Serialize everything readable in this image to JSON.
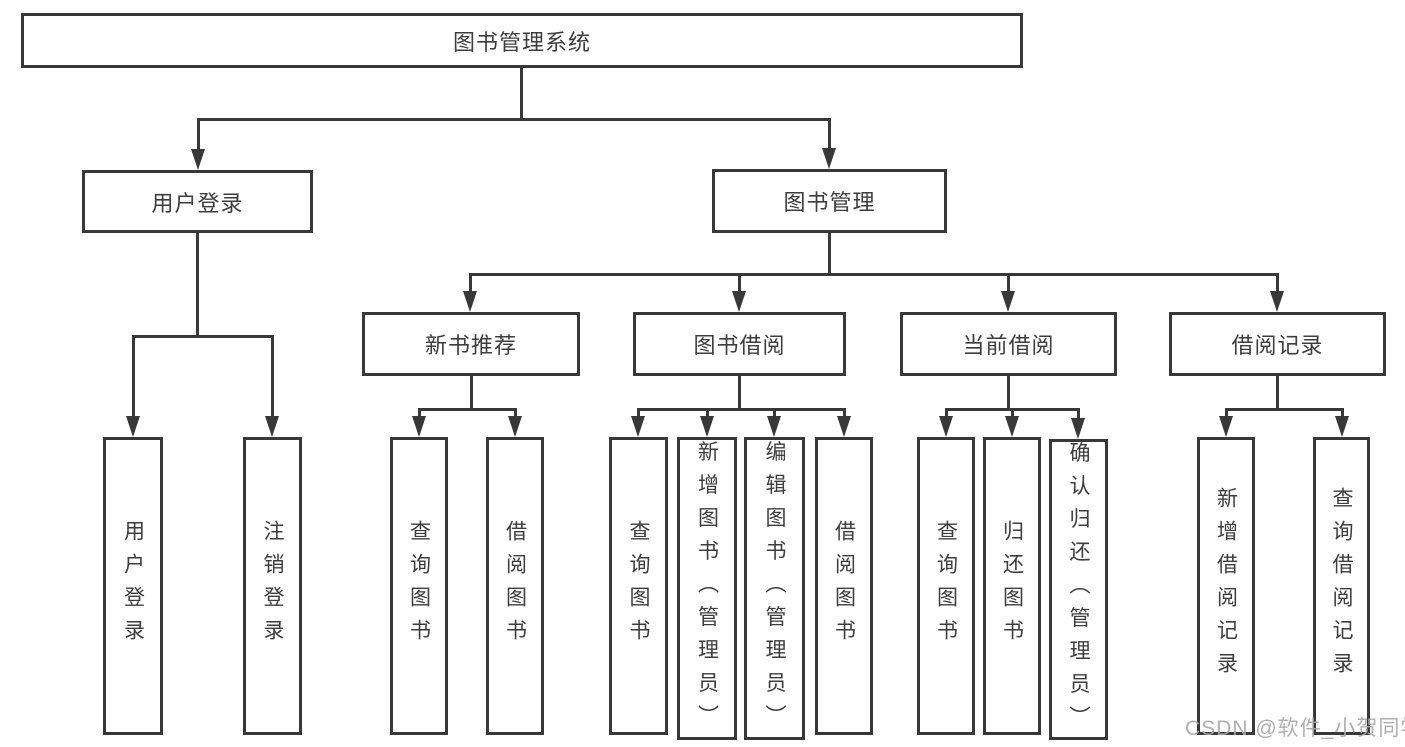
{
  "tree": {
    "root": "图书管理系统",
    "branches": [
      {
        "label": "用户登录",
        "children": [
          "用户登录",
          "注销登录"
        ]
      },
      {
        "label": "图书管理",
        "groups": [
          {
            "label": "新书推荐",
            "children": [
              "查询图书",
              "借阅图书"
            ]
          },
          {
            "label": "图书借阅",
            "children": [
              "查询图书",
              "新增图书（管理员）",
              "编辑图书（管理员）",
              "借阅图书"
            ]
          },
          {
            "label": "当前借阅",
            "children": [
              "查询图书",
              "归还图书",
              "确认归还（管理员）"
            ]
          },
          {
            "label": "借阅记录",
            "children": [
              "新增借阅记录",
              "查询借阅记录"
            ]
          }
        ]
      }
    ]
  },
  "watermark": "CSDN @软件_小贺同学",
  "colors": {
    "line": "#383838",
    "text": "#3d3d3d",
    "watermark": "#a8a8a8"
  }
}
